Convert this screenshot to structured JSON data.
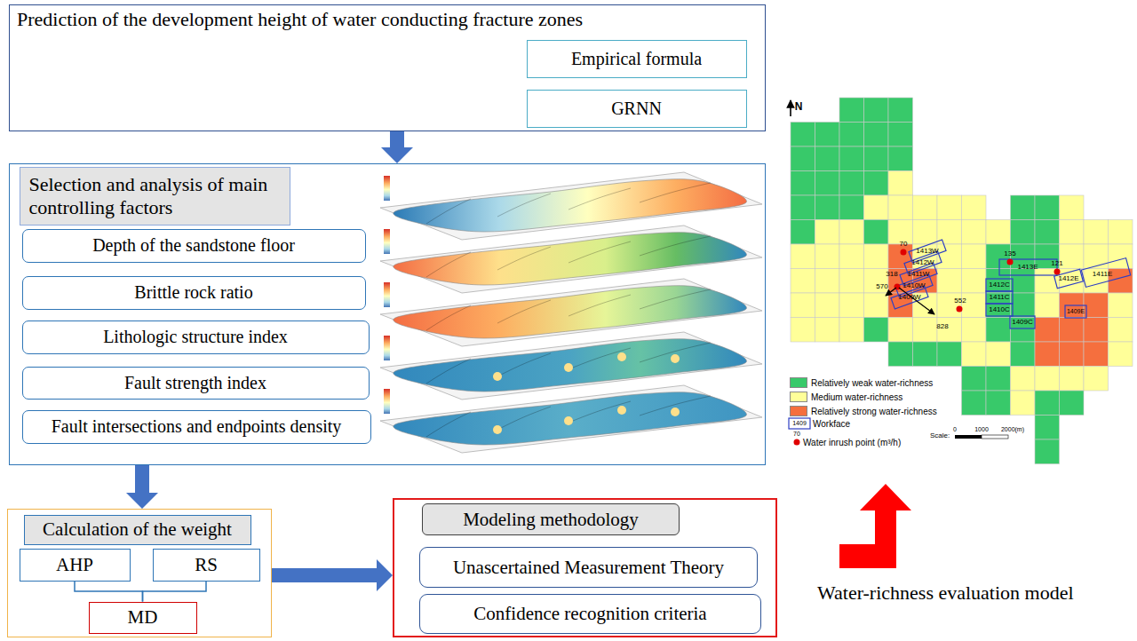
{
  "diagram": {
    "nodes": [
      {
        "text": [
          "Prediction of the development height of water conducting fracture zones"
        ]
      },
      {
        "text": [
          "Empirical formula"
        ],
        "in": 0
      },
      {
        "text": [
          "GRNN"
        ],
        "in": 0
      },
      {
        "text": []
      },
      {
        "text": [
          "Selection and analysis of main controlling factors"
        ],
        "in": 3
      },
      {
        "text": [
          "Depth of the sandstone floor"
        ],
        "in": 3
      },
      {
        "text": [
          "Brittle rock ratio"
        ],
        "in": 3
      },
      {
        "text": [
          "Lithologic structure index"
        ],
        "in": 3
      },
      {
        "text": [
          "Fault strength index"
        ],
        "in": 3
      },
      {
        "text": [
          "Fault intersections and endpoints density"
        ],
        "in": 3
      },
      {
        "text": []
      },
      {
        "text": [
          "Calculation of the weight"
        ],
        "in": 10
      },
      {
        "text": [
          "AHP"
        ],
        "in": 10
      },
      {
        "text": [
          "RS"
        ],
        "in": 10
      },
      {
        "text": [
          "MD"
        ],
        "in": 10
      },
      {
        "text": []
      },
      {
        "text": [
          "Modeling methodology"
        ],
        "in": 15
      },
      {
        "text": [
          "Unascertained Measurement Theory"
        ],
        "in": 15
      },
      {
        "text": [
          "Confidence recognition criteria"
        ],
        "in": 15
      }
    ],
    "edges": [
      {
        "from": 0,
        "to": 3,
        "arrow": "to"
      },
      {
        "from": 3,
        "to": 10,
        "arrow": "to"
      },
      {
        "from": 10,
        "to": 15,
        "arrow": "to"
      },
      {
        "from": 12,
        "to": 14,
        "arrow": "none"
      },
      {
        "from": 13,
        "to": 14,
        "arrow": "none"
      }
    ],
    "labels": [
      "N",
      "1413W",
      "1412W",
      "1411W",
      "1410W",
      "1409W",
      "1413E",
      "1412C",
      "1411C",
      "1410C",
      "1409C",
      "1412E",
      "1411E",
      "1409E",
      "70",
      "318",
      "570",
      "552",
      "828",
      "135",
      "121",
      "1409",
      "70",
      "Scale:",
      "0",
      "1000",
      "2000(m)",
      "Water-richness evaluation model"
    ],
    "legend": [
      {
        "text": "Relatively weak water-richness",
        "color": "#38c96a"
      },
      {
        "text": "Medium water-richness",
        "color": "#ffff99"
      },
      {
        "text": "Relatively strong water-richness",
        "color": "#f56f3e"
      },
      {
        "text": "Workface"
      },
      {
        "text": "Water inrush point (m³/h)"
      }
    ]
  }
}
